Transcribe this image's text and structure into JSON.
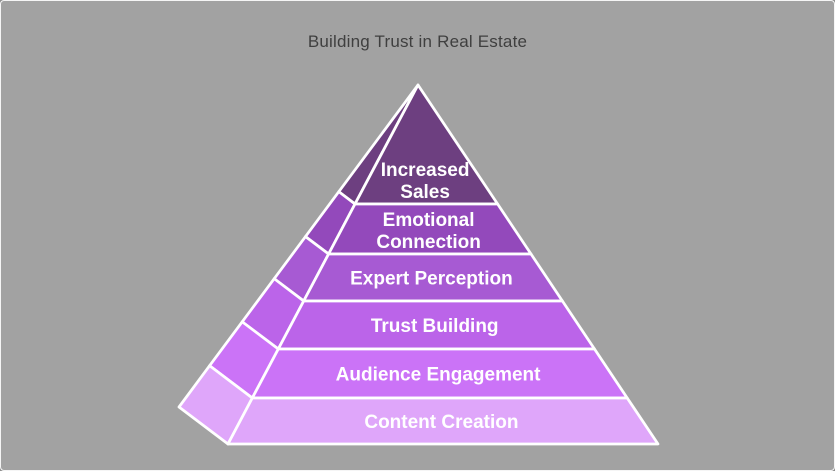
{
  "window": {
    "background": "#a2a2a2",
    "border_color": "#f5f5f5"
  },
  "title": {
    "text": "Building Trust in Real Estate",
    "color": "#3f3f3f"
  },
  "chart_data": {
    "type": "pyramid",
    "title": "Building Trust in Real Estate",
    "order": "top-to-bottom",
    "label_color": "#ffffff",
    "stroke_color": "#ffffff",
    "levels": [
      {
        "label": "Increased Sales",
        "lines": [
          "Increased",
          "Sales"
        ],
        "color": "#6d3f80"
      },
      {
        "label": "Emotional Connection",
        "lines": [
          "Emotional",
          "Connection"
        ],
        "color": "#9349bb"
      },
      {
        "label": "Expert Perception",
        "lines": [
          "Expert Perception"
        ],
        "color": "#a75ad3"
      },
      {
        "label": "Trust Building",
        "lines": [
          "Trust Building"
        ],
        "color": "#bb64e9"
      },
      {
        "label": "Audience Engagement",
        "lines": [
          "Audience Engagement"
        ],
        "color": "#cb73f7"
      },
      {
        "label": "Content Creation",
        "lines": [
          "Content Creation"
        ],
        "color": "#dfa6fa"
      }
    ]
  }
}
